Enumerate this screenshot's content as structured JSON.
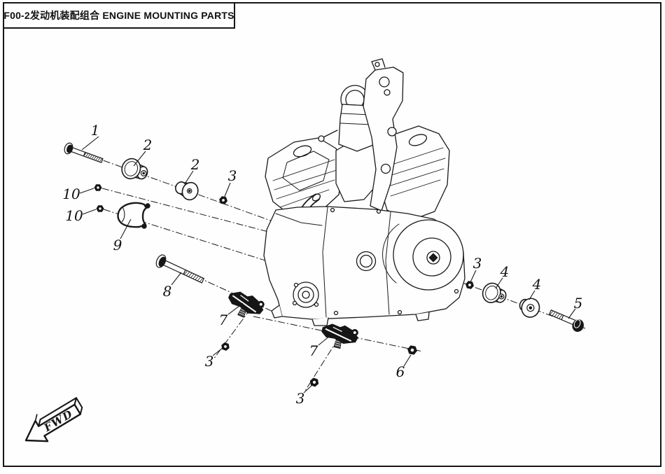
{
  "title_block": {
    "title": "F00-2发动机装配组合 ENGINE MOUNTING PARTS"
  },
  "orientation": {
    "fwd_label": "FWD"
  },
  "parts_diagram": {
    "description": "Exploded view engine mounting parts drawing with numbered callouts",
    "callouts": [
      {
        "label": "1"
      },
      {
        "label": "2"
      },
      {
        "label": "2"
      },
      {
        "label": "3"
      },
      {
        "label": "10"
      },
      {
        "label": "10"
      },
      {
        "label": "9"
      },
      {
        "label": "8"
      },
      {
        "label": "7"
      },
      {
        "label": "3"
      },
      {
        "label": "7"
      },
      {
        "label": "3"
      },
      {
        "label": "6"
      },
      {
        "label": "3"
      },
      {
        "label": "4"
      },
      {
        "label": "4"
      },
      {
        "label": "5"
      }
    ]
  },
  "colors": {
    "line": "#1a1a1a",
    "background": "#fefefe"
  }
}
